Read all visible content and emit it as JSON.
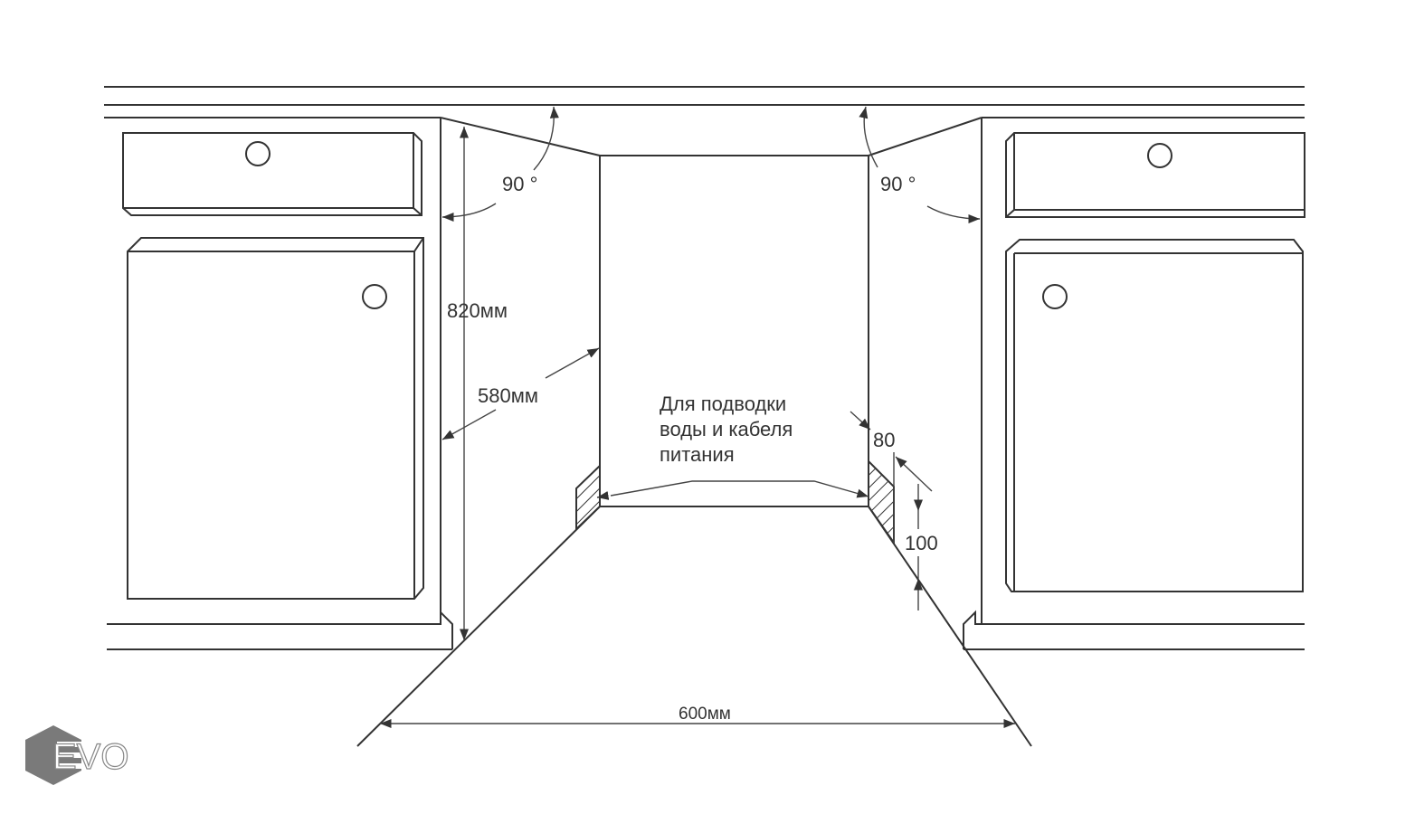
{
  "diagram": {
    "labels": {
      "angle_left": "90 °",
      "angle_right": "90 °",
      "height": "820мм",
      "depth": "580мм",
      "width": "600мм",
      "note_line1": "Для подводки",
      "note_line2": "воды и кабеля",
      "note_line3": "питания",
      "dim_80": "80",
      "dim_100": "100"
    },
    "logo": "EVO",
    "colors": {
      "line": "#333333",
      "logo": "#7a7a7a"
    }
  }
}
